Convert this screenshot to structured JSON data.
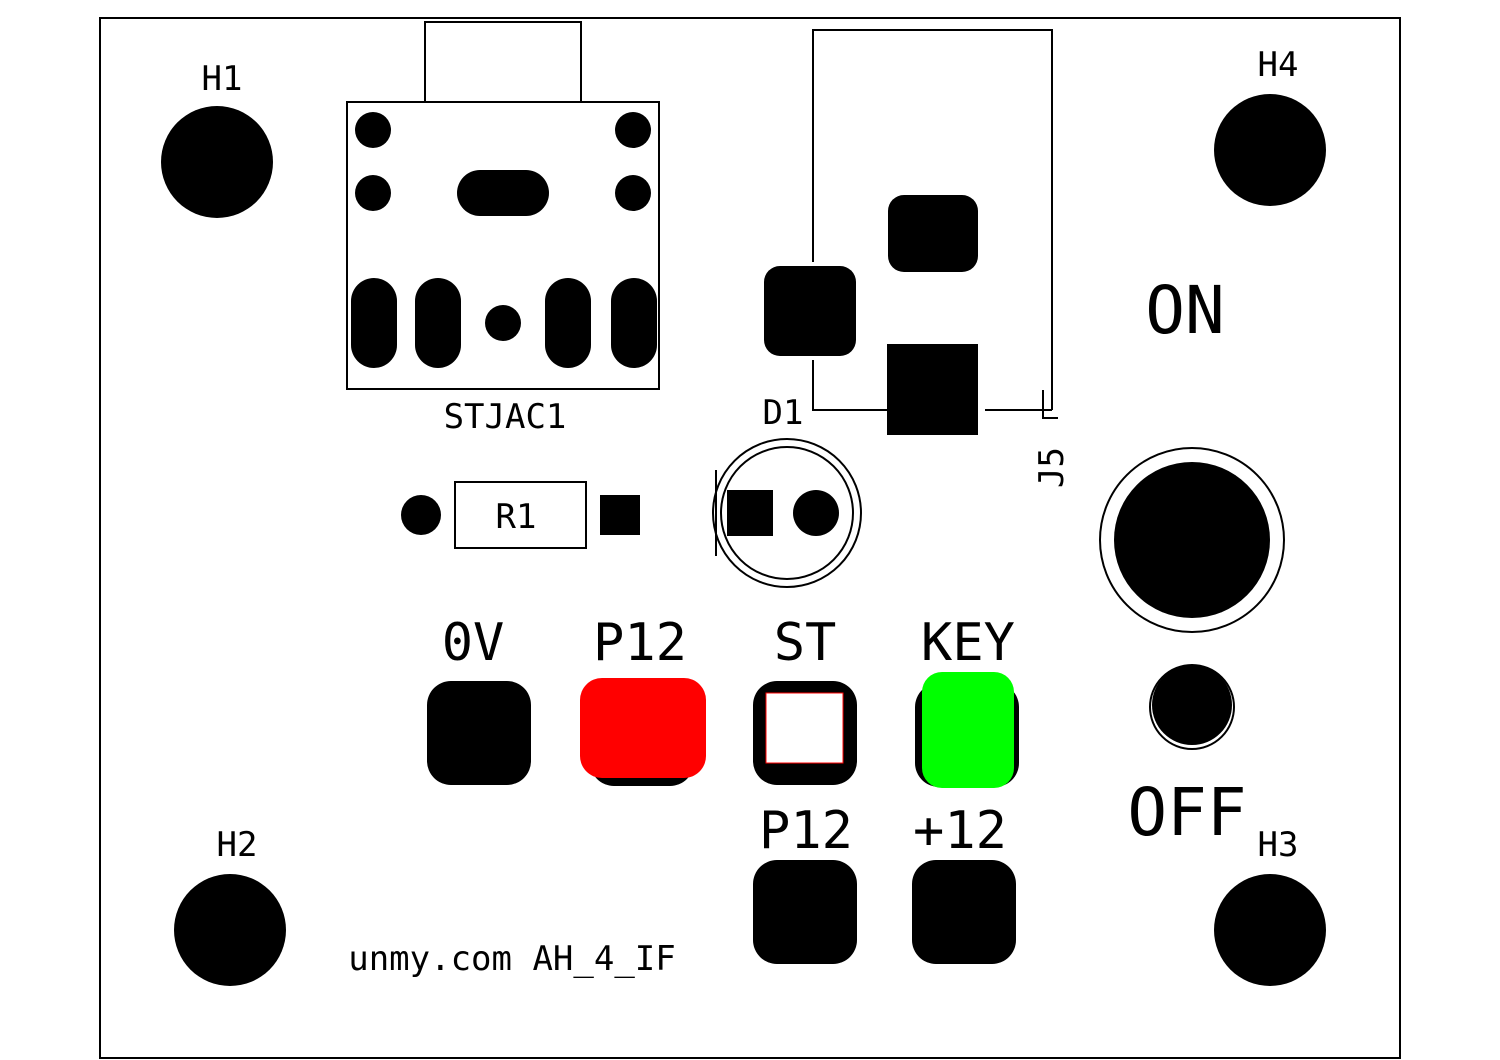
{
  "board": {
    "text": "unmy.com AH_4_IF",
    "colors": {
      "silkscreen": "#000000",
      "board": "#ffffff",
      "highlight_p12": "#ff0000",
      "highlight_key": "#00ff00"
    }
  },
  "holes": {
    "h1": "H1",
    "h2": "H2",
    "h3": "H3",
    "h4": "H4"
  },
  "components": {
    "stereo_jack": "STJAC1",
    "diode": "D1",
    "resistor": "R1",
    "connector": "J5"
  },
  "switch_labels": {
    "on": "ON",
    "off": "OFF"
  },
  "pads": {
    "zero_v": "0V",
    "p12_top": "P12",
    "st": "ST",
    "key": "KEY",
    "p12_bottom": "P12",
    "plus12": "+12"
  }
}
